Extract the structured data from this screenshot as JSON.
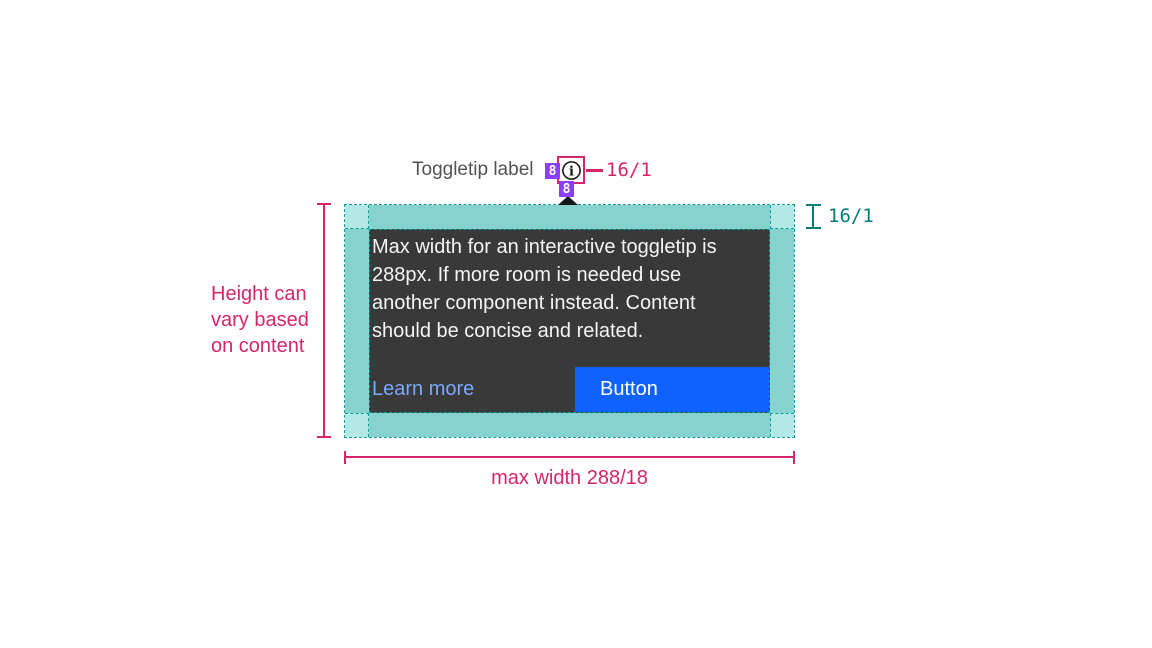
{
  "colors": {
    "pink": "#d5256d",
    "purple": "#8a3ffc",
    "teal_border": "#0d9e99",
    "teal_text": "#007d79",
    "teal_corner": "#b2e8e5",
    "teal_strip": "#85d2ce",
    "tooltip_bg": "#393939",
    "tooltip_text": "#f4f4f4",
    "link": "#78a9ff",
    "button_bg": "#0f62fe",
    "button_text": "#ffffff",
    "label_text": "#525252",
    "caret": "#161616",
    "icon_stroke": "#161616"
  },
  "trigger": {
    "label": "Toggletip label",
    "icon": "information-icon",
    "left_spacing_badge": "8",
    "bottom_spacing_badge": "8",
    "icon_size_label": "16/1"
  },
  "tooltip": {
    "body_text": "Max width for an interactive toggletip is\n288px. If more room is needed use\nanother component instead. Content\nshould be concise and related.",
    "link_label": "Learn more",
    "button_label": "Button"
  },
  "annotations": {
    "height_note": "Height can\nvary based\non content",
    "max_width_note": "max width 288/18",
    "top_padding_note": "16/1"
  }
}
